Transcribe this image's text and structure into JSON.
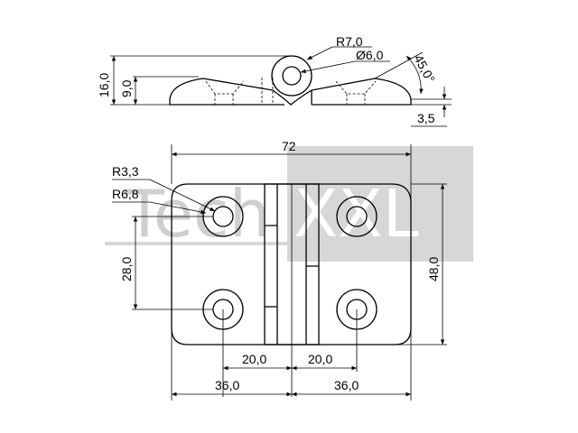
{
  "watermark": {
    "part1": "Tech",
    "part2": "XXL",
    "box_color": "#d7d7d7",
    "text_color": "#c9c9c9"
  },
  "side_view": {
    "overall_height": "16,0",
    "leaf_height": "9,0",
    "knuckle_radius": "R7,0",
    "pin_diameter": "Ø6,0",
    "chamfer_angle": "45,0°",
    "leaf_thickness": "3,5"
  },
  "front_view": {
    "total_width": "72",
    "outer_radius": "R3,3",
    "hole_radius": "R6,8",
    "hole_pitch_vertical": "28,0",
    "height": "48,0",
    "hole_offset_left": "20,0",
    "hole_offset_right": "20,0",
    "half_width_left": "36,0",
    "half_width_right": "36,0"
  }
}
